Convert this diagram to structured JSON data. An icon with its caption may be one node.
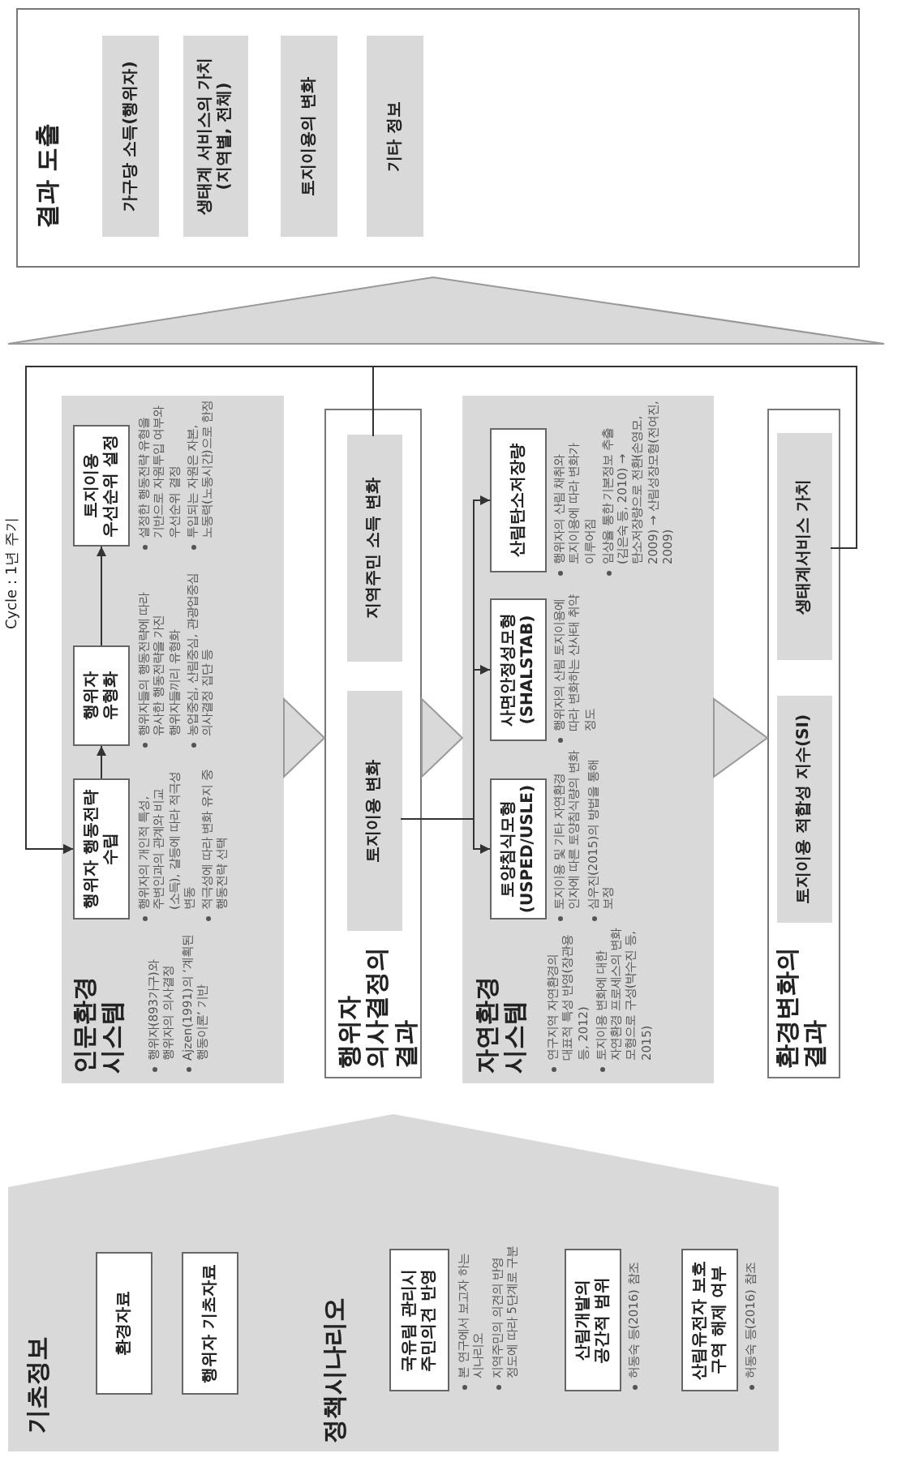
{
  "diagram": {
    "nodes": [
      {
        "text": [
          "기초정보",
          "정책시나리오"
        ]
      },
      {
        "text": [
          "환경자료"
        ],
        "in": 0
      },
      {
        "text": [
          "행위자 기초자료"
        ],
        "in": 0
      },
      {
        "text": [
          "국유림 관리시 주민의견 반영"
        ],
        "in": 0,
        "beside": [
          "본 연구에서 보고자 하는 시나리오",
          "지역주민의 의견의 반영 정도에 따라 5단계로 구분"
        ]
      },
      {
        "text": [
          "산림개발의 공간적 범위"
        ],
        "in": 0,
        "beside": [
          "허동숙 등(2016) 참조"
        ]
      },
      {
        "text": [
          "산림유전자 보호 구역 해제 여부"
        ],
        "in": 0,
        "beside": [
          "허동숙 등(2016) 참조"
        ]
      },
      {
        "text": [
          "인문환경 시스템",
          "행위자(893가구)와 행위자의 의사결정",
          "Ajzen(1991)의 ‘계획된 행동이론’ 기반"
        ]
      },
      {
        "text": [
          "행위자 행동전략 수립"
        ],
        "in": 6,
        "beside": [
          "행위자의 개인적 특성, 주변인과의 관계와 비교(소득), 갈등에 따라 적극성 변동",
          "적극성에 따라 변화 유지 중 행동전략 선택"
        ]
      },
      {
        "text": [
          "행위자 유형화"
        ],
        "in": 6,
        "beside": [
          "행위자들의 행동전략에 따라 유사한 행동전략을 가진 행위자들끼리 유형화",
          "농업중심, 산림중심, 관광업중심 의사결정 집단 등"
        ]
      },
      {
        "text": [
          "토지이용 우선순위 설정"
        ],
        "in": 6,
        "beside": [
          "설정한 행동전략 유형을 기반으로 자원투입 여부와 우선순위 결정",
          "투입되는 자원은 자본, 노동력(노동시간)으로 한정"
        ]
      },
      {
        "text": [
          "행위자 의사결정의 결과"
        ]
      },
      {
        "text": [
          "토지이용 변화"
        ],
        "in": 10
      },
      {
        "text": [
          "지역주민 소득 변화"
        ],
        "in": 10
      },
      {
        "text": [
          "자연환경 시스템",
          "연구지역 자연환경의 대표적 특성 반영(장관용 등, 2012)",
          "토지이용 변화에 대한 자연환경 프로세스의 변화 모형으로 구성(박수진 등, 2015)"
        ]
      },
      {
        "text": [
          "토양침식모형 (USPED/USLE)"
        ],
        "in": 13,
        "beside": [
          "토지이용 및 기타 자연환경 인자에 따른 토양침식량의 변화",
          "심우진(2015)의 방법을 통해 보정"
        ]
      },
      {
        "text": [
          "사면안정성모형 (SHALSTAB)"
        ],
        "in": 13,
        "beside": [
          "행위자의 산림 토지이용에 따라 변화하는 산사태 취약 정도"
        ]
      },
      {
        "text": [
          "산림탄소저장량"
        ],
        "in": 13,
        "beside": [
          "행위자의 산림 채취와 토지이용에 따라 변화가 이루어짐",
          "임상율 통한 기본정보 추출(김은숙 등, 2010) → 탄소저장량으로 전환(손영모, 2009) → 산림성장모형(전여진, 2009)"
        ]
      },
      {
        "text": [
          "환경변화의 결과"
        ]
      },
      {
        "text": [
          "토지이용 적합성 지수(SI)"
        ],
        "in": 17
      },
      {
        "text": [
          "생태계서비스 가치"
        ],
        "in": 17
      },
      {
        "text": [
          "결과 도출"
        ]
      },
      {
        "text": [
          "가구당 소득(행위자)"
        ],
        "in": 20
      },
      {
        "text": [
          "생태계 서비스의 가치 (지역별, 전체)"
        ],
        "in": 20
      },
      {
        "text": [
          "토지이용의 변화"
        ],
        "in": 20
      },
      {
        "text": [
          "기타 정보"
        ],
        "in": 20
      },
      {
        "text": [],
        "shape": "chevron"
      }
    ],
    "edges": [
      {
        "from": 7,
        "to": 8,
        "arrow": "to"
      },
      {
        "from": 8,
        "to": 9,
        "arrow": "to"
      },
      {
        "from": 6,
        "to": 10,
        "arrow": "to"
      },
      {
        "from": 10,
        "to": 13,
        "arrow": "to"
      },
      {
        "from": 13,
        "to": 17,
        "arrow": "to"
      },
      {
        "from": 11,
        "to": 14,
        "arrow": "to"
      },
      {
        "from": 11,
        "to": 15,
        "arrow": "to"
      },
      {
        "from": 11,
        "to": 16,
        "arrow": "to"
      },
      {
        "from": 19,
        "to": 7,
        "arrow": "to",
        "label": "Cycle : 1년 주기"
      },
      {
        "from": 12,
        "to": 7,
        "arrow": "to"
      }
    ]
  }
}
